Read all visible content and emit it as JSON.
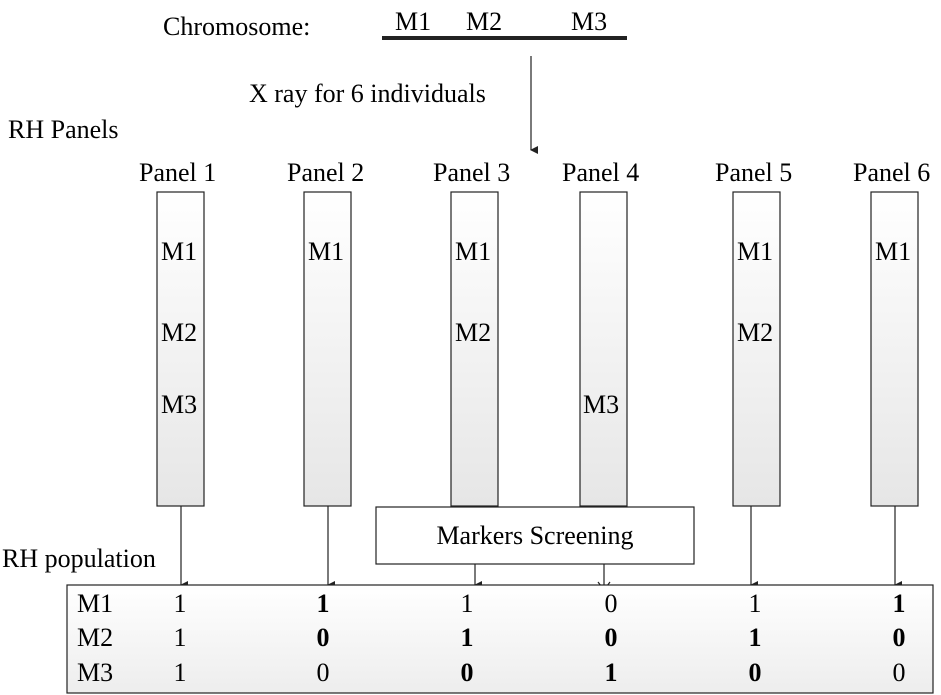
{
  "chromosome": {
    "label": "Chromosome:",
    "markers": [
      "M1",
      "M2",
      "M3"
    ]
  },
  "xray_label": "X ray for 6 individuals",
  "panels_heading": "RH Panels",
  "panels": [
    {
      "name": "Panel 1",
      "markers": [
        "M1",
        "M2",
        "M3"
      ]
    },
    {
      "name": "Panel 2",
      "markers": [
        "M1"
      ]
    },
    {
      "name": "Panel 3",
      "markers": [
        "M1",
        "M2"
      ]
    },
    {
      "name": "Panel 4",
      "markers": [
        "M3"
      ]
    },
    {
      "name": "Panel 5",
      "markers": [
        "M1",
        "M2"
      ]
    },
    {
      "name": "Panel 6",
      "markers": [
        "M1"
      ]
    }
  ],
  "screening_label": "Markers Screening",
  "population_label": "RH population",
  "table": {
    "rows": [
      {
        "marker": "M1",
        "values": [
          "1",
          "1",
          "1",
          "0",
          "1",
          "1"
        ],
        "bold": [
          false,
          true,
          false,
          false,
          false,
          true
        ]
      },
      {
        "marker": "M2",
        "values": [
          "1",
          "0",
          "1",
          "0",
          "1",
          "0"
        ],
        "bold": [
          false,
          true,
          true,
          true,
          true,
          true
        ]
      },
      {
        "marker": "M3",
        "values": [
          "1",
          "0",
          "0",
          "1",
          "0",
          "0"
        ],
        "bold": [
          false,
          false,
          true,
          true,
          true,
          false
        ]
      }
    ]
  }
}
